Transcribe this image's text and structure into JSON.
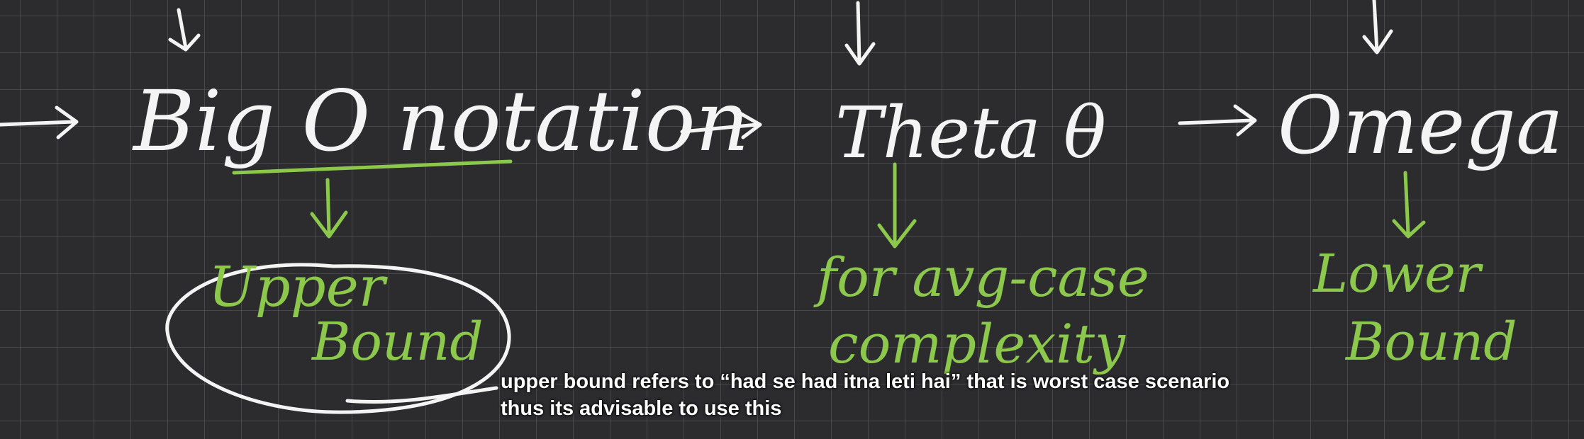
{
  "notes": {
    "big_o": "Big  O  notation",
    "theta": "Theta θ",
    "omega": "Omega Ω",
    "upper_1": "Upper",
    "upper_2": "Bound",
    "avg_1": "for avg-case",
    "avg_2": "complexity",
    "lower_1": "Lower",
    "lower_2": "Bound"
  },
  "caption": {
    "line1": "upper bound refers to “had se had itna leti hai” that is worst case scenario",
    "line2": "thus its advisable to use this"
  },
  "colors": {
    "background": "#2c2c2e",
    "chalk_white": "#f4f4f4",
    "chalk_green": "#8cc84b"
  }
}
